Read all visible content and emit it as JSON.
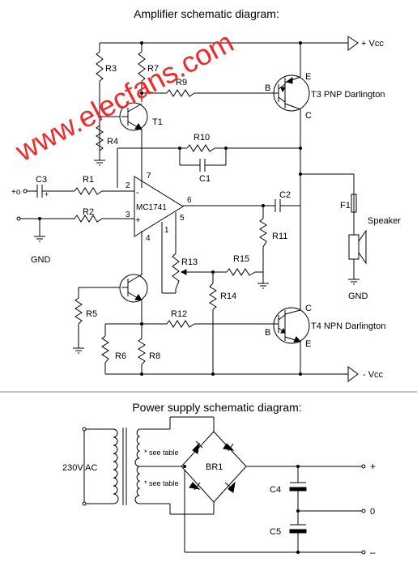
{
  "titles": {
    "amplifier": "Amplifier schematic diagram:",
    "power": "Power supply schematic diagram:"
  },
  "watermark": "www.elecfans.com",
  "colors": {
    "watermark": "#ee2a2a",
    "line": "#000000",
    "background": "#ffffff"
  },
  "amp": {
    "vcc_pos": "+ Vcc",
    "vcc_neg": "- Vcc",
    "input_plus": "+o",
    "c3_polarity": "+",
    "gnd": "GND",
    "gnd2": "GND",
    "speaker": "Speaker",
    "opamp": "MC1741",
    "pins": {
      "p2": "2",
      "p3": "3",
      "p4": "4",
      "p5": "5",
      "p6": "6",
      "p7": "7",
      "p1": "1"
    },
    "opamp_minus": "-",
    "opamp_plus": "+",
    "t1": "T1",
    "t3": "T3 PNP Darlington",
    "t4": "T4 NPN Darlington",
    "t3_b": "B",
    "t3_e": "E",
    "t3_c": "C",
    "t4_b": "B",
    "t4_c": "C",
    "t4_e": "E",
    "resistors": {
      "r1": "R1",
      "r2": "R2",
      "r3": "R3",
      "r4": "R4",
      "r5": "R5",
      "r6": "R6",
      "r7": "R7",
      "r8": "R8",
      "r9": "R9",
      "r10": "R10",
      "r11": "R11",
      "r12": "R12",
      "r13": "R13",
      "r14": "R14",
      "r15": "R15"
    },
    "capacitors": {
      "c1": "C1",
      "c2": "C2",
      "c3": "C3"
    },
    "fuse": "F1"
  },
  "psu": {
    "ac": "230V AC",
    "note1": "* see table",
    "note2": "* see table",
    "bridge": "BR1",
    "c4": "C4",
    "c5": "C5",
    "out_plus": "+",
    "out_zero": "0",
    "out_minus": "–"
  }
}
